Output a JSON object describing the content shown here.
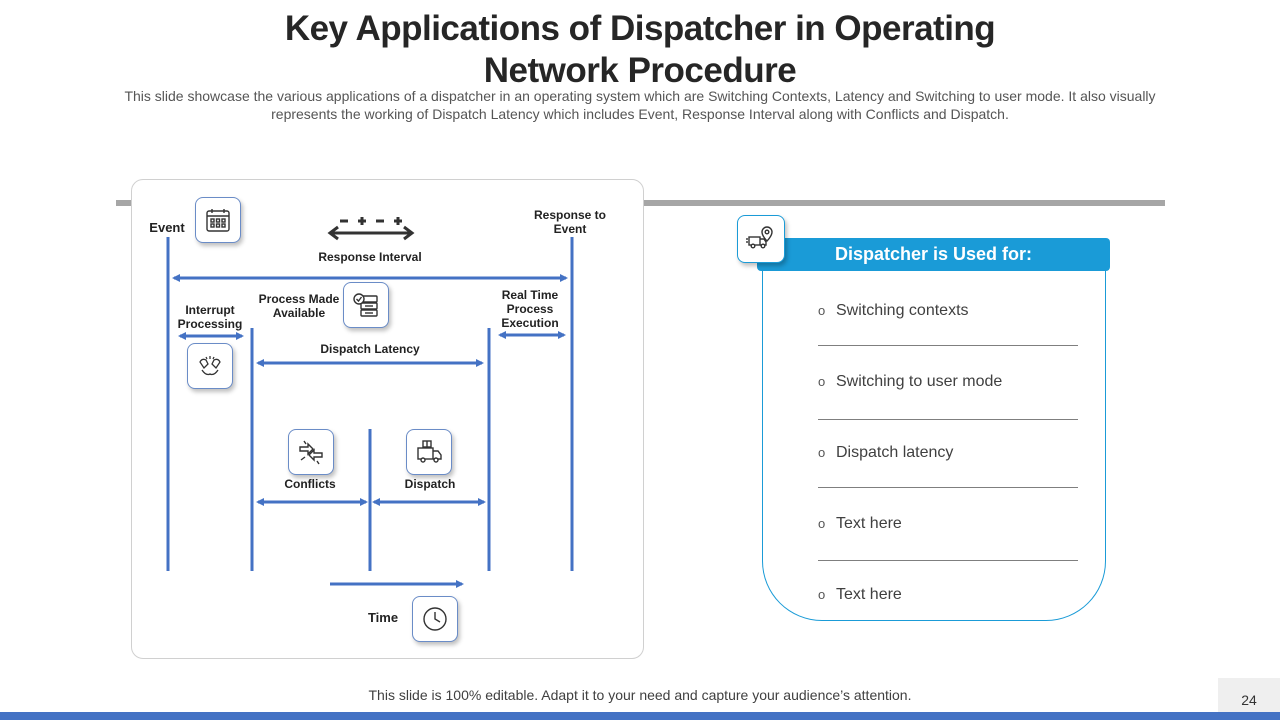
{
  "slide": {
    "title": "Key Applications of Dispatcher in Operating Network Procedure",
    "subtitle": "This slide showcase the various applications of a dispatcher in an operating system which are Switching Contexts, Latency and Switching to user mode. It also visually represents the working of Dispatch Latency which includes Event, Response Interval along with Conflicts and Dispatch.",
    "footer": "This slide is 100% editable. Adapt it to your need and capture your audience’s attention.",
    "page_number": "24"
  },
  "diagram": {
    "event": "Event",
    "response_to_event": "Response to Event",
    "response_interval": "Response Interval",
    "interrupt_processing": "Interrupt Processing",
    "process_made_available": "Process Made Available",
    "real_time_process_execution": "Real Time Process Execution",
    "dispatch_latency": "Dispatch Latency",
    "conflicts": "Conflicts",
    "dispatch": "Dispatch",
    "time": "Time",
    "icons": [
      "calendar-icon",
      "server-check-icon",
      "fist-bump-icon",
      "conflict-arrows-icon",
      "delivery-truck-icon",
      "clock-icon",
      "location-truck-icon"
    ]
  },
  "used_for": {
    "header": "Dispatcher is Used for:",
    "items": [
      "Switching contexts",
      "Switching to user mode",
      "Dispatch latency",
      "Text here",
      "Text here"
    ],
    "bullet": "o",
    "accent_color": "#1a9bd7"
  },
  "colors": {
    "line_blue": "#4472c4",
    "bottom_bar": "#4472c4"
  }
}
